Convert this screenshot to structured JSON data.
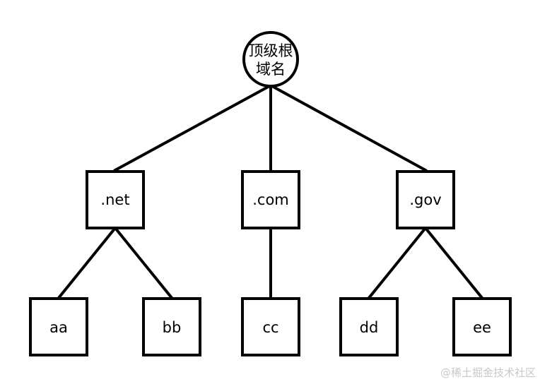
{
  "root": {
    "line1": "顶级根",
    "line2": "域名"
  },
  "level1": [
    {
      "id": "net",
      "label": ".net"
    },
    {
      "id": "com",
      "label": ".com"
    },
    {
      "id": "gov",
      "label": ".gov"
    }
  ],
  "level2": [
    {
      "id": "aa",
      "label": "aa",
      "parent": "net"
    },
    {
      "id": "bb",
      "label": "bb",
      "parent": "net"
    },
    {
      "id": "cc",
      "label": "cc",
      "parent": "com"
    },
    {
      "id": "dd",
      "label": "dd",
      "parent": "gov"
    },
    {
      "id": "ee",
      "label": "ee",
      "parent": "gov"
    }
  ],
  "watermark": "@稀土掘金技术社区"
}
